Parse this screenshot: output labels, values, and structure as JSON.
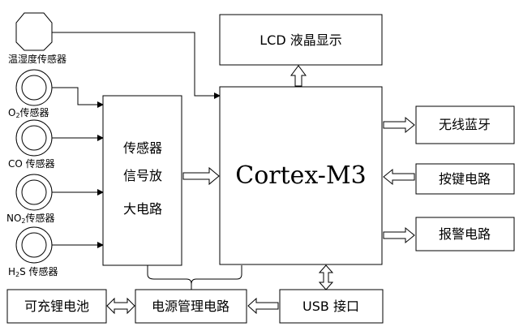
{
  "diagram": {
    "mcu": "Cortex-M3",
    "lcd": "LCD 液晶显示",
    "amp": [
      "传感器",
      "信号放",
      "大电路"
    ],
    "bluetooth": "无线蓝牙",
    "keys": "按键电路",
    "alarm": "报警电路",
    "usb": "USB 接口",
    "power": "电源管理电路",
    "battery": "可充锂电池",
    "sensors": {
      "temp_humidity": "温湿度传感器",
      "o2_main": "O",
      "o2_sub": "2",
      "o2_suffix": "传感器",
      "co": "CO 传感器",
      "no2_main": "NO",
      "no2_sub": "2",
      "no2_suffix": "传感器",
      "h2s_h": "H",
      "h2s_sub": "2",
      "h2s_suffix": "S 传感器"
    }
  }
}
